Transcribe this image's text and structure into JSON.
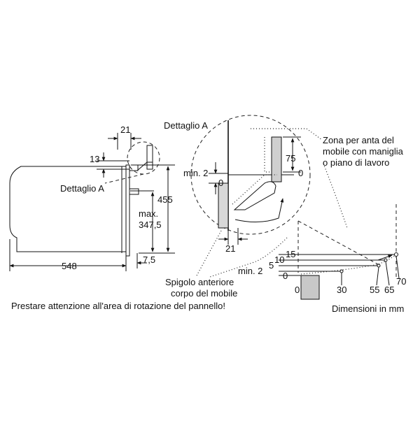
{
  "labels": {
    "dettaglio_a_top": "Dettaglio A",
    "dettaglio_a_side": "Dettaglio A",
    "zona_line1": "Zona per anta del",
    "zona_line2": "mobile con maniglia",
    "zona_line3": "o piano di lavoro",
    "spigolo_line1": "Spigolo anteriore",
    "spigolo_line2": "corpo del mobile",
    "notice": "Prestare attenzione all'area di rotazione del pannello!",
    "units": "Dimensioni in mm"
  },
  "dimensions": {
    "d21_top": "21",
    "d13": "13",
    "d455": "455",
    "d_max": "max.",
    "d347": "347,5",
    "d548": "548",
    "d7_5": "7,5",
    "d_min2_detail": "min. 2",
    "d0_detail": "0",
    "d75": "75",
    "d0_right": "0",
    "d21_bottom": "21",
    "d15": "15",
    "d10": "10",
    "d5": "5",
    "d_min2_graph": "min. 2",
    "d0_graph": "0",
    "x0": "0",
    "x30": "30",
    "x55": "55",
    "x65": "65",
    "x70": "70"
  }
}
